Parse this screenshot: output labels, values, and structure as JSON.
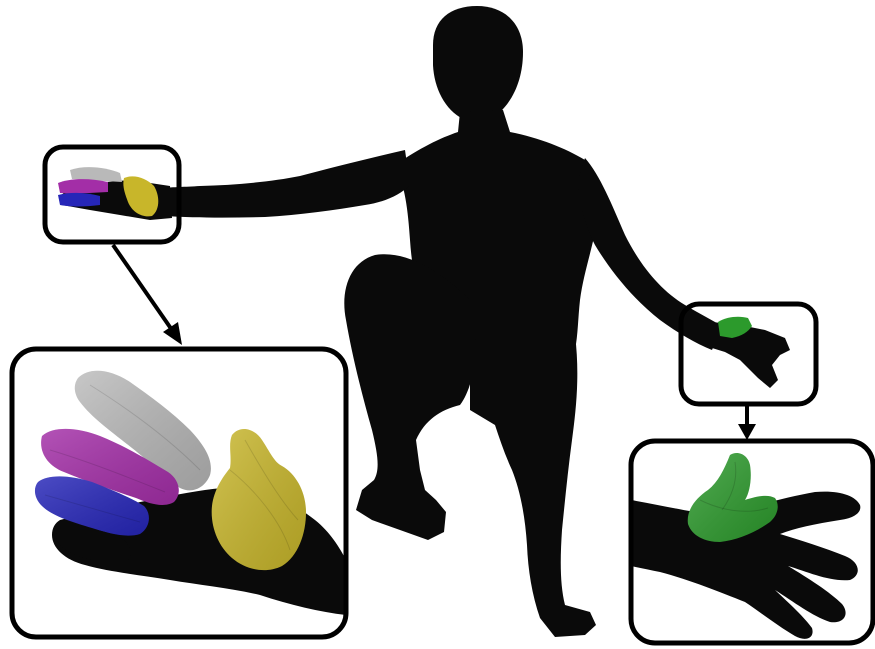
{
  "figure": {
    "background": "#ffffff",
    "silhouette_color": "#0a0a0a",
    "frame_color": "#000000",
    "colors": {
      "thumb": "#c8b62a",
      "index": "#b9b9b9",
      "middle": "#a32ea7",
      "ring": "#2626b8",
      "highlight": "#2c9a2c"
    },
    "callouts": [
      {
        "id": "left-hand",
        "highlighted_parts": [
          "thumb",
          "index",
          "middle",
          "ring"
        ]
      },
      {
        "id": "right-hand",
        "highlighted_parts": [
          "thumb"
        ]
      }
    ]
  }
}
